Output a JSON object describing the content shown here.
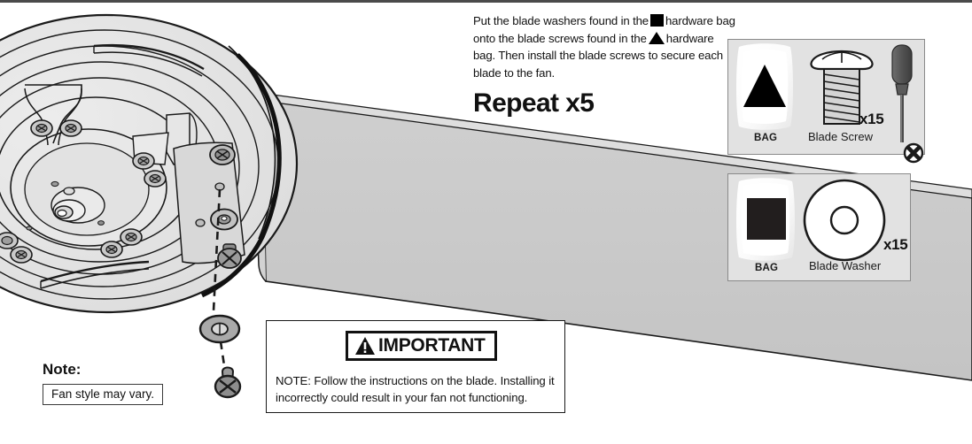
{
  "document": {
    "type": "ceiling-fan-assembly-instruction",
    "top_rule_color": "#4a4a4a"
  },
  "instruction": {
    "text_part1": "Put the blade washers found in the",
    "glyph1": "black-square",
    "text_part2": "hardware bag onto the blade screws found in the",
    "glyph2": "black-triangle",
    "text_part3": "hardware bag. Then install the blade screws to secure each blade to the fan.",
    "repeat_label": "Repeat x5"
  },
  "panels": [
    {
      "id": "blade-screw",
      "bag_label": "BAG",
      "bag_symbol": "triangle",
      "part_name": "Blade Screw",
      "quantity": "x15",
      "tool": "screwdriver",
      "tool_tip_icon": "phillips-screw-head"
    },
    {
      "id": "blade-washer",
      "bag_label": "BAG",
      "bag_symbol": "square",
      "part_name": "Blade Washer",
      "quantity": "x15"
    }
  ],
  "note": {
    "title": "Note:",
    "body": "Fan style may vary."
  },
  "important": {
    "banner_label": "IMPORTANT",
    "banner_icon": "warning-triangle",
    "note": "NOTE: Follow the instructions on the blade. Installing it incorrectly could result in your fan not functioning."
  },
  "colors": {
    "panel_fill": "#e2e2e2",
    "panel_border": "#8a8a8a",
    "blade_fill": "#c8c8c8",
    "housing_fill": "#e4e4e4",
    "line": "#1a1a1a",
    "accent_black": "#000000"
  },
  "illustration": {
    "fan_housing": "motor-housing-exploded-view",
    "blade": "fan-blade",
    "callout_washer": "blade-washer-callout",
    "callout_screw": "blade-screw-callout"
  }
}
